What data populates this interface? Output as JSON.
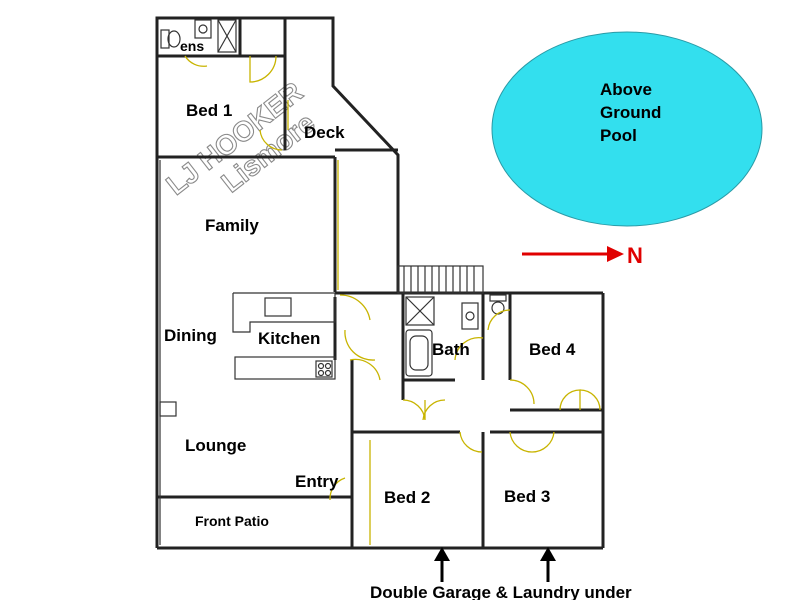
{
  "rooms": {
    "ens": "ens",
    "bed1": "Bed 1",
    "deck": "Deck",
    "family": "Family",
    "dining": "Dining",
    "kitchen": "Kitchen",
    "lounge": "Lounge",
    "entry": "Entry",
    "front_patio": "Front Patio",
    "bath": "Bath",
    "bed4": "Bed 4",
    "bed2": "Bed 2",
    "bed3": "Bed 3"
  },
  "pool": {
    "line1": "Above",
    "line2": "Ground",
    "line3": "Pool",
    "color": "#33dfee"
  },
  "north": {
    "label": "N",
    "color": "#e00000"
  },
  "footer": {
    "note": "Double Garage & Laundry under"
  },
  "watermark": {
    "line1": "LJ HOOKER",
    "line2": "Lismore"
  }
}
